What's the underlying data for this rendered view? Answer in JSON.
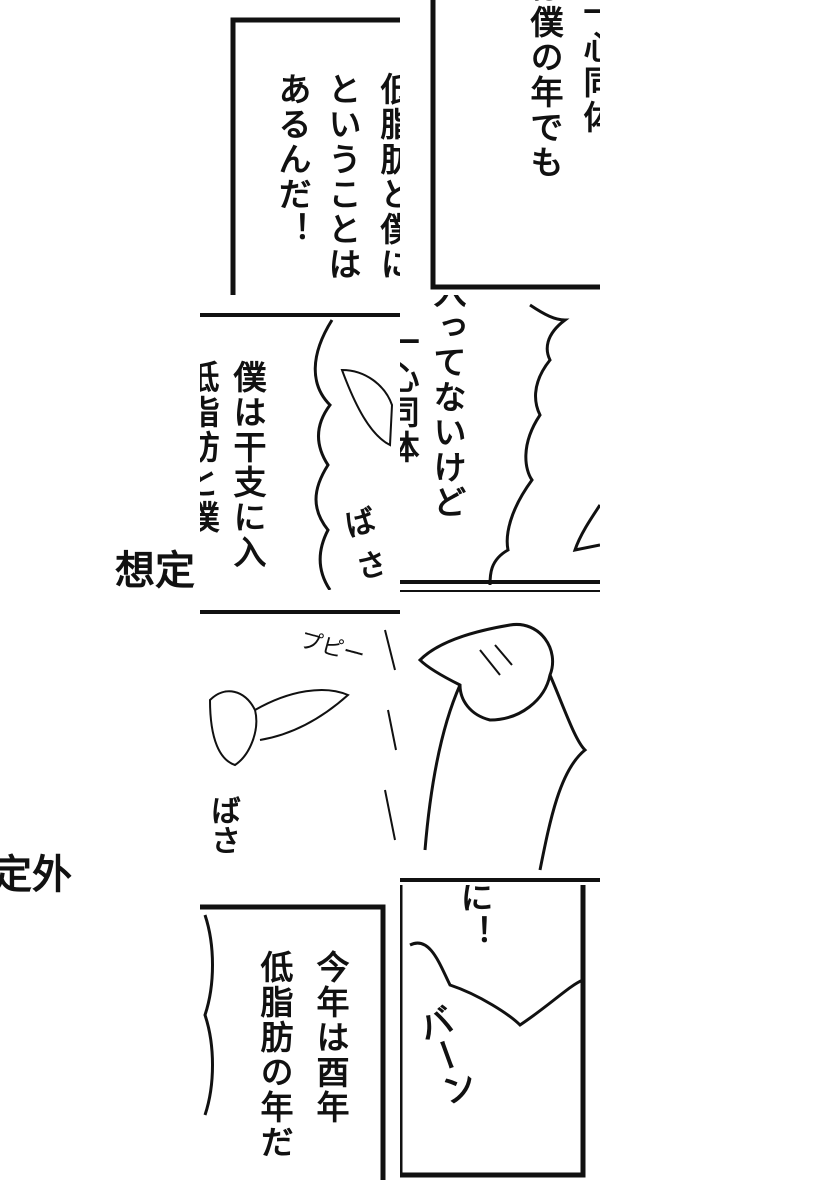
{
  "panels": {
    "t1": {
      "col1": "低脂肪と僕に",
      "col2": "ということは",
      "col3": "あるんだ！"
    },
    "t2": {
      "col1": "は一心同体！",
      "col2": "は僕の年でも"
    },
    "t3": {
      "col1": "僕は干支に入",
      "col2": "低脂肪と僕",
      "sfx": "ばさ"
    },
    "t4": {
      "col1": "入ってないけど",
      "col2": "一心同体"
    },
    "t5": {
      "sfx1": "プピー",
      "sfx2": "ばさ"
    },
    "t7": {
      "col1": "今年は酉年",
      "col2": "低脂肪の年だ"
    },
    "t8": {
      "col1": "に！",
      "sfx": "バーン"
    }
  },
  "fragments": {
    "left1": "想定",
    "left2": "定外"
  }
}
